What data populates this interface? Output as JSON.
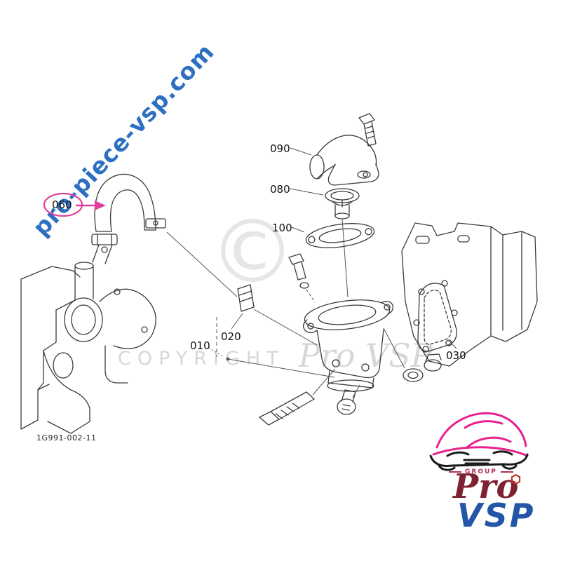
{
  "watermarks": {
    "diagonal": "pro-piece-vsp.com",
    "copyright_label": "COPYRIGHT",
    "copyright_brand": "Pro VSP",
    "copyright_symbol": "©"
  },
  "diagram": {
    "ref_code": "1G991-002-11",
    "labels": {
      "l060": "060",
      "l090": "090",
      "l080": "080",
      "l100": "100",
      "l020": "020",
      "l010": "010",
      "l030": "030"
    }
  },
  "logo": {
    "group": "GROUP",
    "pro": "Pro",
    "vsp": "VSP"
  },
  "colors": {
    "watermark_blue": "#2d6fc1",
    "highlight_pink": "#e0409c",
    "logo_pink": "#e8218f",
    "logo_maroon": "#7d2230",
    "logo_blue": "#2456a8",
    "line_ink": "#3a3a3a"
  }
}
